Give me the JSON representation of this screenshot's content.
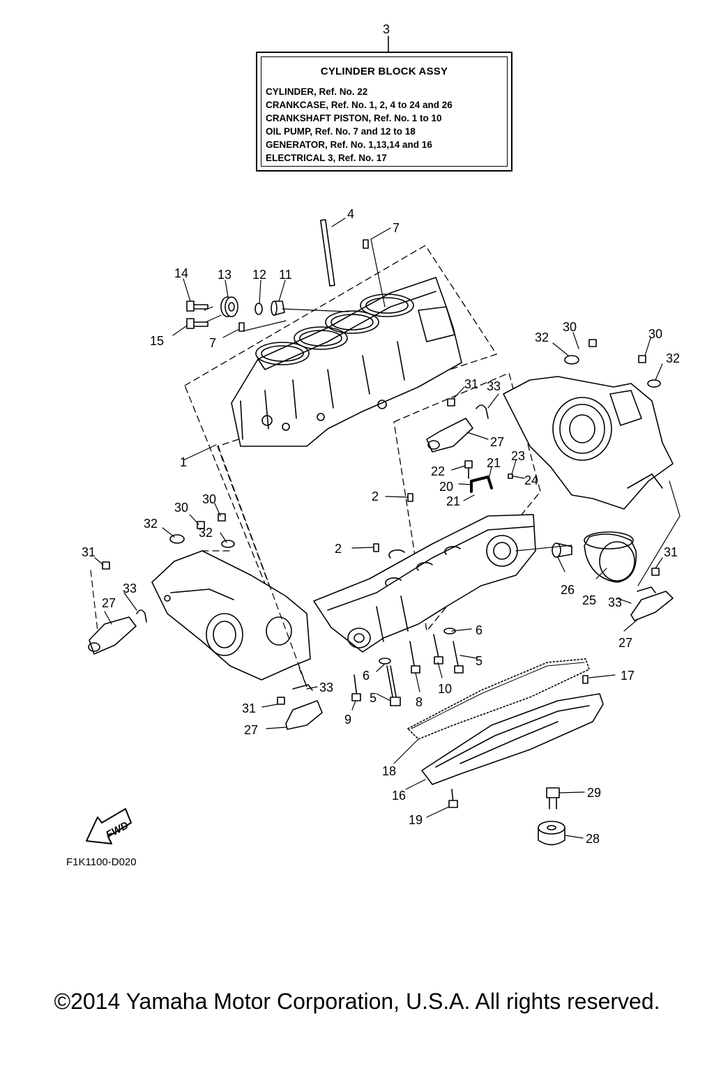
{
  "assembly": {
    "ref_number": "3",
    "title": "CYLINDER BLOCK ASSY",
    "lines": [
      "CYLINDER, Ref. No. 22",
      "CRANKCASE,  Ref. No. 1, 2, 4 to 24 and 26",
      "CRANKSHAFT PISTON,  Ref. No. 1 to 10",
      "OIL PUMP, Ref. No. 7 and 12 to 18",
      "GENERATOR,  Ref. No. 1,13,14 and 16",
      "ELECTRICAL 3, Ref. No. 17"
    ]
  },
  "callouts": [
    "4",
    "7",
    "14",
    "13",
    "12",
    "11",
    "15",
    "7",
    "30",
    "32",
    "30",
    "32",
    "31",
    "33",
    "27",
    "1",
    "22",
    "21",
    "23",
    "24",
    "20",
    "21",
    "2",
    "30",
    "30",
    "32",
    "32",
    "31",
    "33",
    "27",
    "2",
    "26",
    "25",
    "31",
    "33",
    "27",
    "6",
    "5",
    "6",
    "10",
    "8",
    "9",
    "5",
    "17",
    "33",
    "31",
    "27",
    "18",
    "16",
    "29",
    "19",
    "28"
  ],
  "fwd_label": "FWD",
  "drawing_code": "F1K1100-D020",
  "copyright": "©2014 Yamaha Motor Corporation, U.S.A. All rights reserved."
}
